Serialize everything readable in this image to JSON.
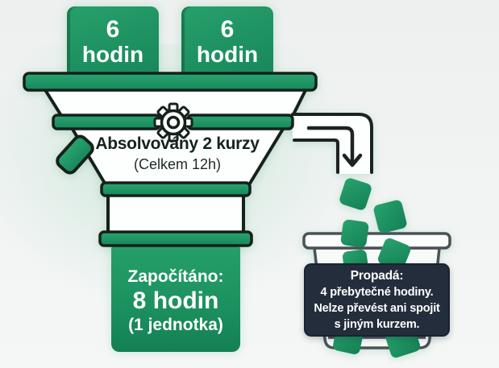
{
  "palette": {
    "green": "#1f9663",
    "green_light": "#28a36f",
    "green_dark": "#158155",
    "outline": "#15211b",
    "pipe_outline": "#1c2420",
    "basket_outline": "#4a5257",
    "label_bg": "#242d3b",
    "label_border": "#1a2230",
    "text_white": "#ffffff",
    "text_dark": "#15231d"
  },
  "icons": {
    "gear": "gear-icon",
    "arrow_down": "arrow-down-icon"
  },
  "course_boxes": [
    {
      "value": "6",
      "unit": "hodin"
    },
    {
      "value": "6",
      "unit": "hodin"
    }
  ],
  "funnel": {
    "title": "Absolvovány 2 kurzy",
    "subtitle": "(Celkem 12h)"
  },
  "output_box": {
    "label": "Započítáno:",
    "value": "8 hodin",
    "note": "(1 jednotka)"
  },
  "waste": {
    "title": "Propadá:",
    "line2": "4 přebytečné hodiny.",
    "line3": "Nelze převést ani spojit",
    "line4": "s jiným kurzem."
  }
}
